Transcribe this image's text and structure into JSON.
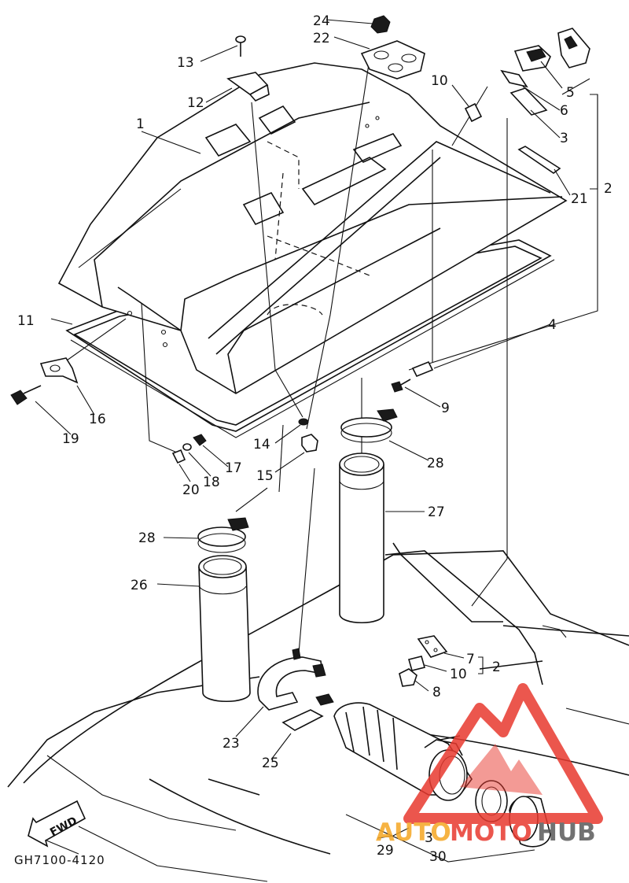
{
  "diagram": {
    "drawing_code": "GH7100-4120",
    "fwd_label": "FWD",
    "part_numbers": [
      "1",
      "2",
      "3",
      "4",
      "5",
      "6",
      "7",
      "8",
      "9",
      "10",
      "11",
      "12",
      "13",
      "14",
      "15",
      "16",
      "17",
      "18",
      "19",
      "20",
      "21",
      "22",
      "23",
      "24",
      "25",
      "26",
      "27",
      "28",
      "29",
      "30"
    ]
  },
  "labels": {
    "p1": "1",
    "p2a": "2",
    "p2b": "2",
    "p3a": "3",
    "p3b": "3",
    "p4": "4",
    "p5": "5",
    "p6": "6",
    "p7": "7",
    "p8": "8",
    "p9": "9",
    "p10a": "10",
    "p10b": "10",
    "p11": "11",
    "p12": "12",
    "p13": "13",
    "p14": "14",
    "p15": "15",
    "p16": "16",
    "p17": "17",
    "p18": "18",
    "p19": "19",
    "p20": "20",
    "p21": "21",
    "p22": "22",
    "p23": "23",
    "p24": "24",
    "p25": "25",
    "p26": "26",
    "p27": "27",
    "p28a": "28",
    "p28b": "28",
    "p29": "29",
    "p30": "30"
  },
  "watermark": {
    "text_auto": "AUTO",
    "text_moto": "MOTO",
    "text_hub": "HUB",
    "color_red": "#e8392f",
    "color_orange": "#f5a623",
    "color_grey": "#5a5a5a"
  }
}
